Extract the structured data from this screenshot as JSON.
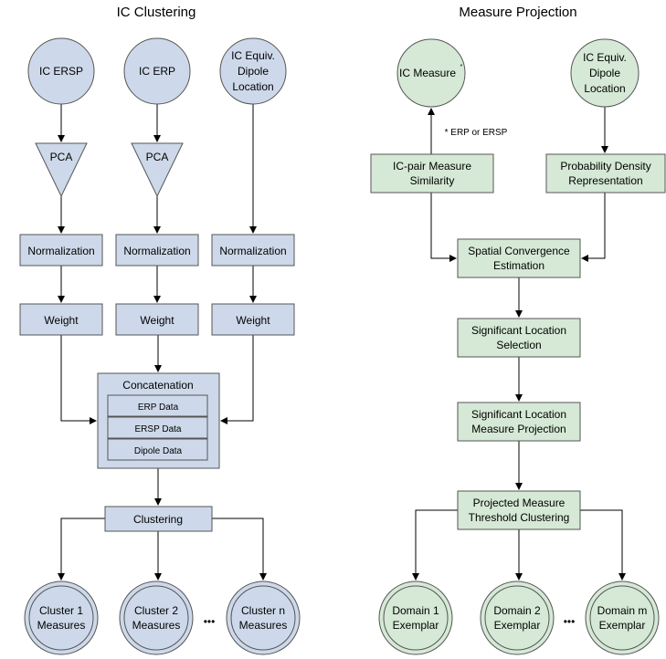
{
  "titles": {
    "left": "IC Clustering",
    "right": "Measure Projection"
  },
  "colors": {
    "blue_fill": "#cdd9ea",
    "green_fill": "#d5e9d6",
    "stroke": "#555555"
  },
  "left": {
    "sources": [
      "IC ERSP",
      "IC ERP",
      [
        "IC Equiv.",
        "Dipole",
        "Location"
      ]
    ],
    "pca": "PCA",
    "normalization": "Normalization",
    "weight": "Weight",
    "concatenation": {
      "title": "Concatenation",
      "items": [
        "ERP Data",
        "ERSP Data",
        "Dipole Data"
      ]
    },
    "clustering": "Clustering",
    "clusters": [
      [
        "Cluster 1",
        "Measures"
      ],
      [
        "Cluster 2",
        "Measures"
      ],
      [
        "Cluster n",
        "Measures"
      ]
    ],
    "ellipsis": "•••"
  },
  "right": {
    "ic_measure": "IC Measure",
    "ic_measure_mark": "*",
    "dipole": [
      "IC Equiv.",
      "Dipole",
      "Location"
    ],
    "footnote": "* ERP or ERSP",
    "similarity": [
      "IC-pair Measure",
      "Similarity"
    ],
    "density": [
      "Probability Density",
      "Representation"
    ],
    "convergence": [
      "Spatial Convergence",
      "Estimation"
    ],
    "selection": [
      "Significant Location",
      "Selection"
    ],
    "projection": [
      "Significant Location",
      "Measure Projection"
    ],
    "threshold": [
      "Projected Measure",
      "Threshold Clustering"
    ],
    "domains": [
      [
        "Domain 1",
        "Exemplar"
      ],
      [
        "Domain 2",
        "Exemplar"
      ],
      [
        "Domain m",
        "Exemplar"
      ]
    ],
    "ellipsis": "•••"
  }
}
